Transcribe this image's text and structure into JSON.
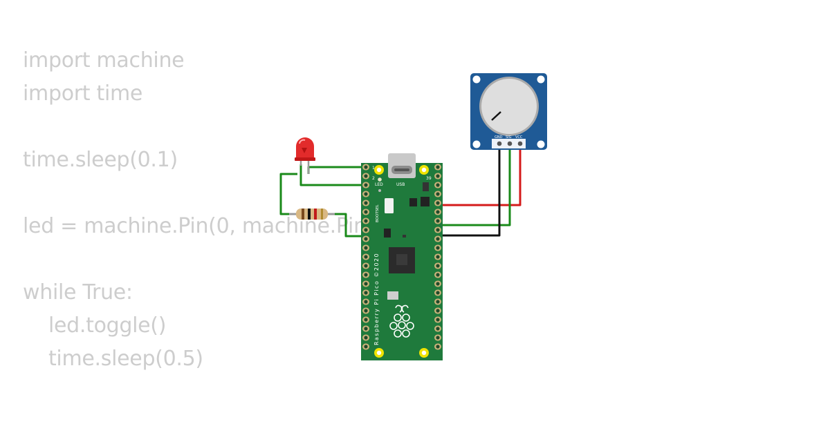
{
  "code": {
    "lines": [
      "import machine",
      "import time",
      "",
      "time.sleep(0.1)",
      "",
      "led = machine.Pin(0, machine.Pin.OUT)",
      "",
      "while True:",
      "    led.toggle()",
      "    time.sleep(0.5)"
    ]
  },
  "pico": {
    "silkscreen": "Raspberry Pi Pico ©2020",
    "usb_label": "USB",
    "bootsel_label": "BOOTSEL",
    "led_label": "LED",
    "pin_1": "1",
    "pin_2": "2",
    "pin_39": "39",
    "board_color": "#1f7a3c"
  },
  "potentiometer": {
    "pin_gnd": "GND",
    "pin_sig": "SIG",
    "pin_vcc": "VCC",
    "board_color": "#1f5a96"
  },
  "wire_colors": {
    "green": "#1a8a1a",
    "red": "#d41a1a",
    "black": "#111111"
  },
  "led": {
    "color": "#e22b2b"
  }
}
